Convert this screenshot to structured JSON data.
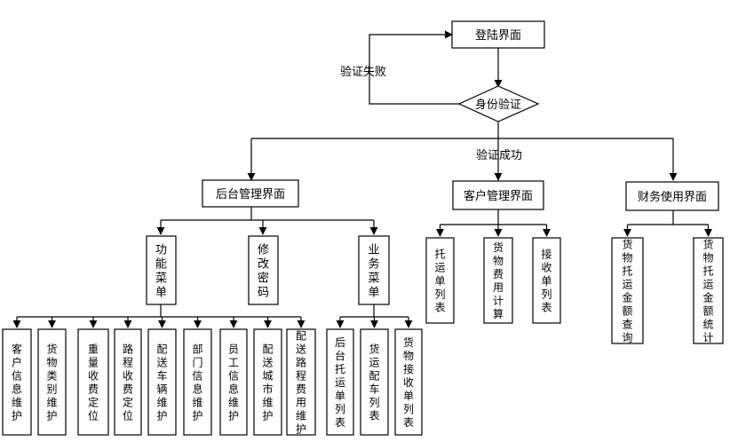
{
  "diagram": {
    "login": "登陆界面",
    "auth": "身份验证",
    "fail_label": "验证失败",
    "success_label": "验证成功",
    "backend": "后台管理界面",
    "customer": "客户管理界面",
    "finance": "财务使用界面",
    "func_menu": "功能菜单",
    "change_pwd": "修改密码",
    "biz_menu": "业务菜单",
    "func_items": [
      "客户信息维护",
      "货物类别维护",
      "重量收费定位",
      "路程收费定位",
      "配送车辆维护",
      "部门信息维护",
      "员工信息维护",
      "配送城市维护",
      "配送路程费用维护"
    ],
    "biz_items": [
      "后台托运单列表",
      "货运配车列表",
      "货物接收单列表"
    ],
    "customer_items": [
      "托运单列表",
      "货物费用计算",
      "接收单列表"
    ],
    "finance_items": [
      "货物托运金额查询",
      "货物托运金额统计"
    ]
  }
}
